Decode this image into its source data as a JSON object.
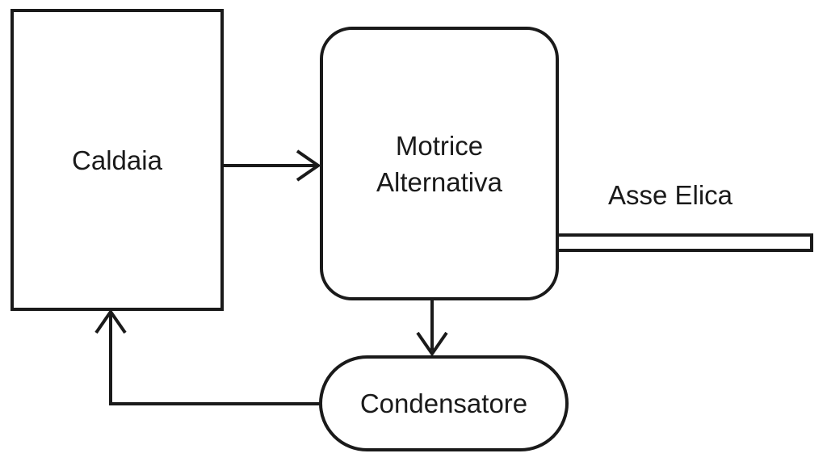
{
  "diagram": {
    "type": "block-diagram",
    "description": "Steam propulsion plant flow diagram (Italian labels)",
    "colors": {
      "stroke": "#1a1a1a",
      "background": "#ffffff"
    },
    "nodes": {
      "caldaia": {
        "label": "Caldaia",
        "shape": "rectangle"
      },
      "motrice": {
        "label": "Motrice Alternativa",
        "lines": [
          "Motrice",
          "Alternativa"
        ],
        "shape": "rounded-rectangle"
      },
      "condensatore": {
        "label": "Condensatore",
        "shape": "stadium"
      },
      "asse_elica": {
        "label": "Asse Elica",
        "shape": "shaft-bar"
      }
    },
    "edges": [
      {
        "from": "caldaia",
        "to": "motrice",
        "style": "arrow"
      },
      {
        "from": "motrice",
        "to": "condensatore",
        "style": "arrow"
      },
      {
        "from": "condensatore",
        "to": "caldaia",
        "style": "arrow"
      },
      {
        "from": "motrice",
        "to": "asse_elica",
        "style": "shaft"
      }
    ]
  }
}
